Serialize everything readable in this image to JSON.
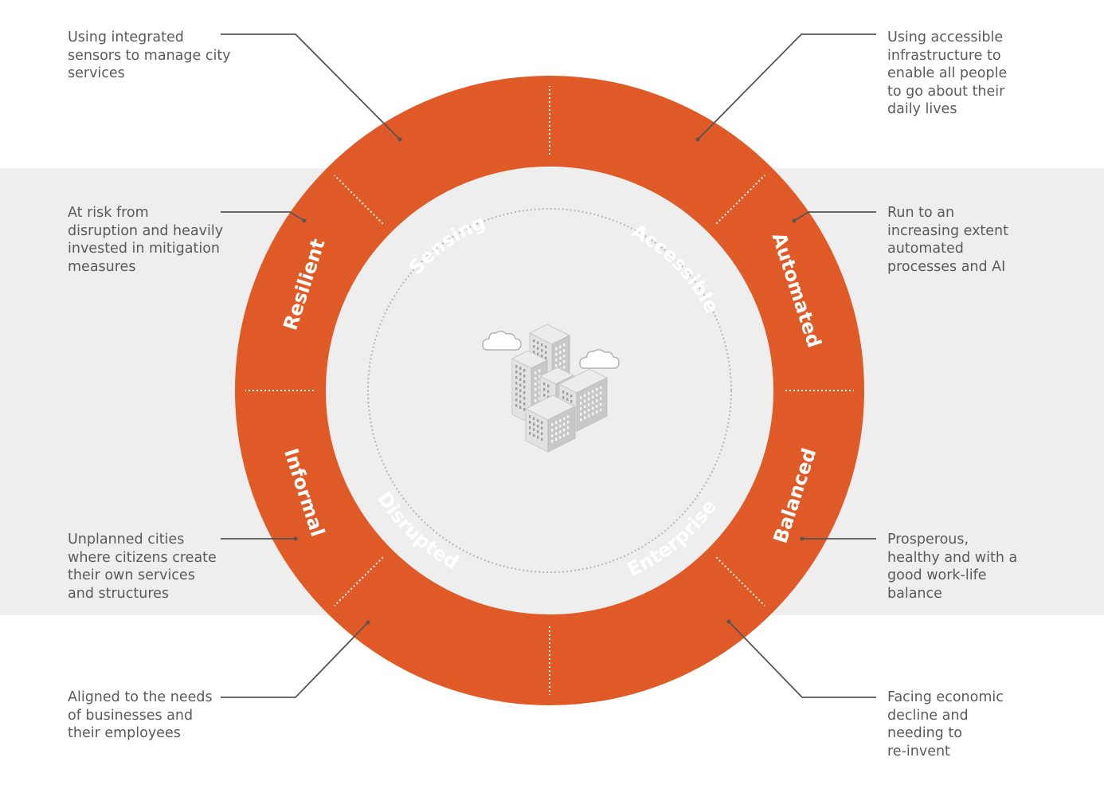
{
  "segments": [
    {
      "key": "sensing",
      "label": "Sensing",
      "description": [
        "Using integrated",
        "sensors to manage city",
        "services"
      ]
    },
    {
      "key": "accessible",
      "label": "Accessible",
      "description": [
        "Using accessible",
        "infrastructure to",
        "enable all people",
        "to go about their",
        "daily lives"
      ]
    },
    {
      "key": "automated",
      "label": "Automated",
      "description": [
        "Run to an",
        "increasing extent",
        "automated",
        "processes and AI"
      ]
    },
    {
      "key": "balanced",
      "label": "Balanced",
      "description": [
        "Prosperous,",
        "healthy and with a",
        "good work-life",
        "balance"
      ]
    },
    {
      "key": "disrupted",
      "label": "Disrupted",
      "description": [
        "Facing economic",
        "decline and",
        "needing to",
        "re-invent"
      ]
    },
    {
      "key": "enterprise",
      "label": "Enterprise",
      "description": [
        "Aligned to the needs",
        "of businesses and",
        "their employees"
      ]
    },
    {
      "key": "informal",
      "label": "Informal",
      "description": [
        "Unplanned cities",
        "where citizens create",
        "their own services",
        "and structures"
      ]
    },
    {
      "key": "resilient",
      "label": "Resilient",
      "description": [
        "At risk from",
        "disruption and heavily",
        "invested in mitigation",
        "measures"
      ]
    }
  ],
  "colors": {
    "ring": "#e05a27",
    "band": "#eeeeee",
    "text": "#5a5a5a",
    "connector": "#555555",
    "divider": "#ffffff"
  },
  "center_icon": "city-buildings-icon"
}
